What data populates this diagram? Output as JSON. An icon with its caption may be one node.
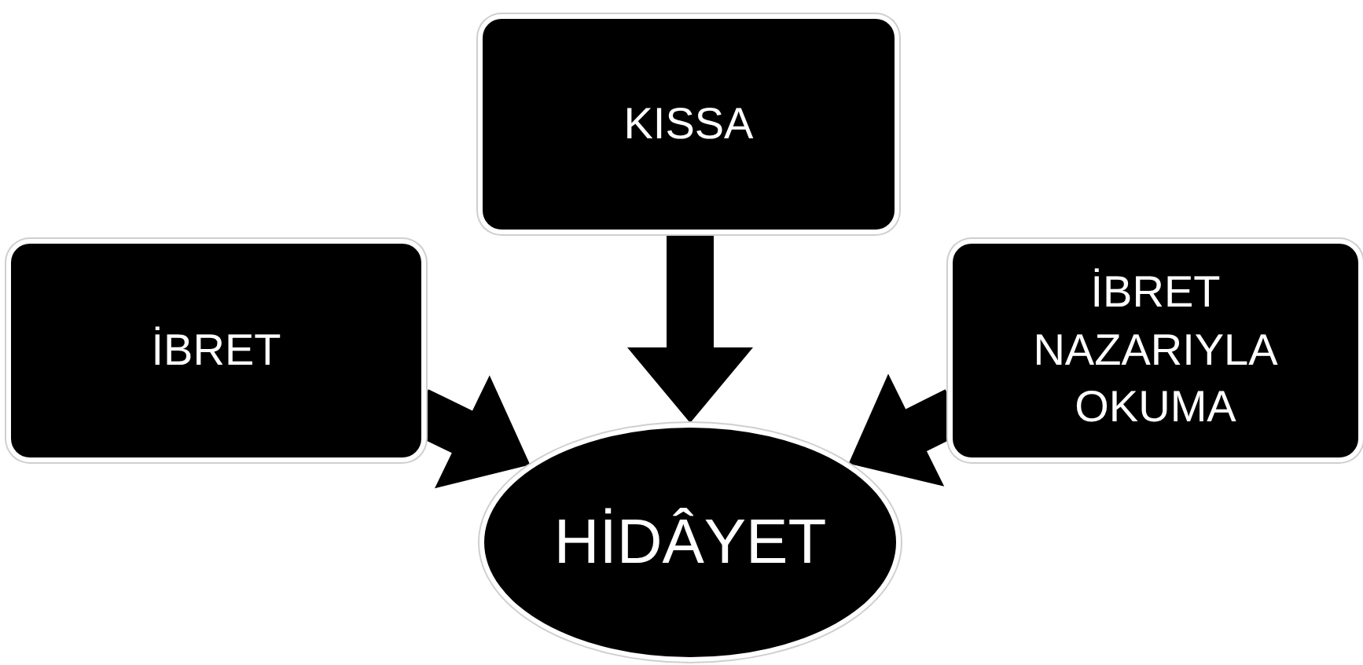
{
  "diagram": {
    "nodes": [
      {
        "text": [
          "KISSA"
        ]
      },
      {
        "text": [
          "İBRET"
        ]
      },
      {
        "text": [
          "İBRET NAZARIYLA OKUMA"
        ]
      },
      {
        "text": [
          "HİDÂYET"
        ]
      }
    ],
    "edges": [
      {
        "from": 0,
        "to": 3,
        "arrow": "to",
        "style": "thick"
      },
      {
        "from": 1,
        "to": 3,
        "arrow": "to",
        "style": "thick"
      },
      {
        "from": 2,
        "to": 3,
        "arrow": "to",
        "style": "thick"
      }
    ]
  }
}
